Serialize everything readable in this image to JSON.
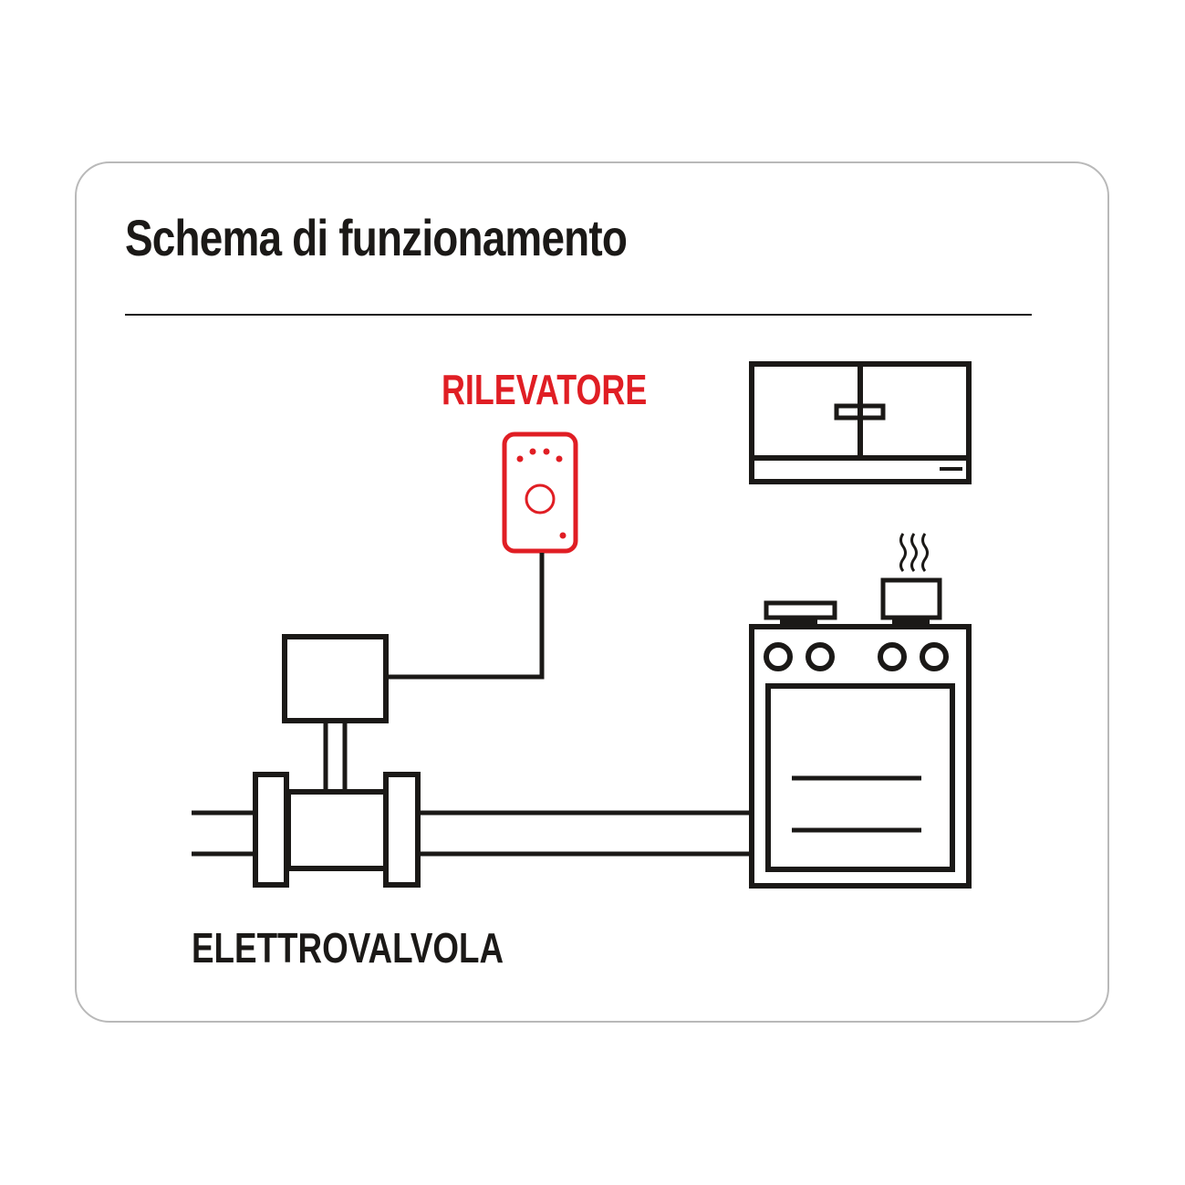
{
  "title": "Schema di funzionamento",
  "labels": {
    "detector": "RILEVATORE",
    "solenoid_valve": "ELETTROVALVOLA"
  },
  "components": [
    {
      "name": "detector",
      "label": "RILEVATORE",
      "color": "#e01e24"
    },
    {
      "name": "solenoid_valve",
      "label": "ELETTROVALVOLA"
    },
    {
      "name": "wall_cabinet"
    },
    {
      "name": "gas_stove"
    },
    {
      "name": "pot_with_steam"
    },
    {
      "name": "pan"
    }
  ],
  "colors": {
    "line": "#1b1917",
    "accent": "#e01e24",
    "card_border": "#b9b9b9"
  }
}
